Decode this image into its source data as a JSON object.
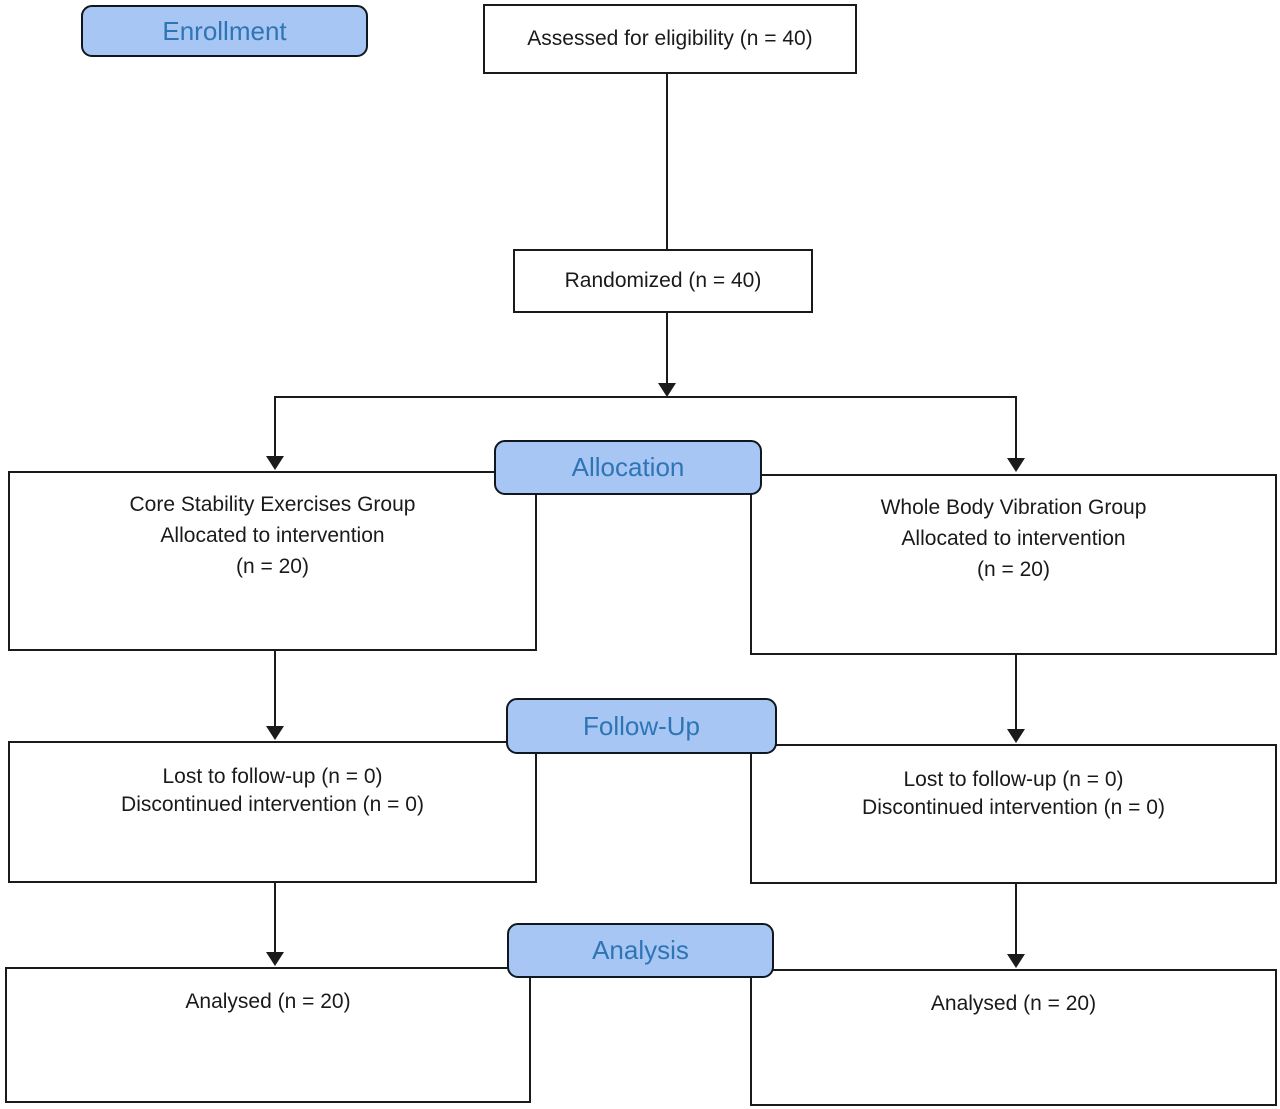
{
  "stages": {
    "enrollment": "Enrollment",
    "allocation": "Allocation",
    "followup": "Follow-Up",
    "analysis": "Analysis"
  },
  "nodes": {
    "assessed": {
      "line1": "Assessed for eligibility (n = 40)"
    },
    "randomized": {
      "line1": "Randomized (n = 40)"
    },
    "alloc_left": {
      "line1": "Core Stability Exercises Group",
      "line2": "Allocated to intervention",
      "line3": "(n = 20)"
    },
    "alloc_right": {
      "line1": "Whole Body Vibration Group",
      "line2": "Allocated to intervention",
      "line3": "(n = 20)"
    },
    "followup_left": {
      "line1": "Lost to follow-up (n = 0)",
      "line2": "Discontinued intervention (n = 0)"
    },
    "followup_right": {
      "line1": "Lost to follow-up (n = 0)",
      "line2": "Discontinued intervention (n = 0)"
    },
    "analysis_left": {
      "line1": "Analysed (n = 20)"
    },
    "analysis_right": {
      "line1": "Analysed (n = 20)"
    }
  },
  "colors": {
    "stage_fill": "#a8c6f3",
    "stage_border": "#10181f",
    "stage_text": "#2e75b6",
    "box_border": "#1a1a1a",
    "box_text": "#1a1a1a",
    "connector": "#1a1a1a",
    "background": "#ffffff"
  }
}
